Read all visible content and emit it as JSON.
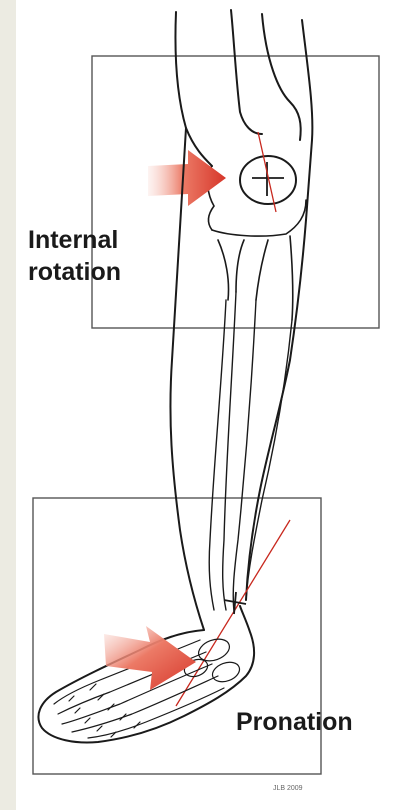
{
  "labels": {
    "internal_rotation": [
      "Internal",
      "rotation"
    ],
    "pronation": "Pronation"
  },
  "credit": "JLB 2009",
  "colors": {
    "background": "#ecebe2",
    "paper": "#ffffff",
    "outline": "#1a1a1a",
    "frame": "#555555",
    "axis_line": "#c8281e",
    "arrow": "#d6362a"
  },
  "icons": {
    "knee_force": "arrow-right-icon",
    "foot_force": "arrow-down-right-icon"
  }
}
